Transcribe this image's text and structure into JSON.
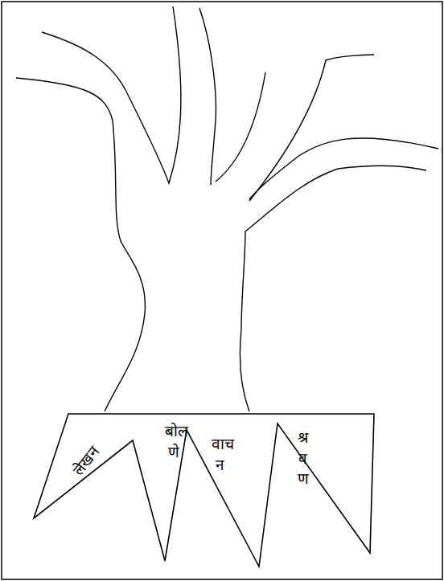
{
  "diagram": {
    "nodes": [
      {
        "text": [
          "लेखन"
        ]
      },
      {
        "text": [
          "बोलणे"
        ]
      },
      {
        "text": [
          "वाचन"
        ]
      },
      {
        "text": [
          "श्रवण"
        ]
      }
    ]
  }
}
